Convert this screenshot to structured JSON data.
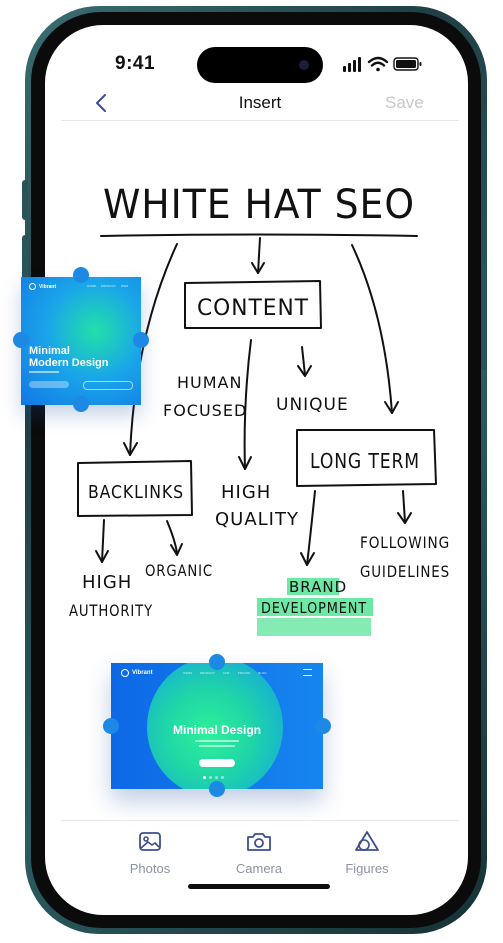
{
  "status_bar": {
    "time": "9:41"
  },
  "nav": {
    "title": "Insert",
    "save_label": "Save"
  },
  "sketch": {
    "title": "WHITE HAT SEO",
    "content": "CONTENT",
    "human": "HUMAN",
    "focused": "FOCUSED",
    "unique": "UNIQUE",
    "long_term": "LONG TERM",
    "backlinks": "BACKLINKS",
    "high": "HIGH",
    "quality": "QUALITY",
    "following": "FOLLOWING",
    "guidelines": "GUIDELINES",
    "high2": "HIGH",
    "authority": "AUTHORITY",
    "organic": "ORGANIC",
    "brand": "BRAND",
    "development": "DEVELOPMENT"
  },
  "card_small": {
    "brand": "Vibrant",
    "nav": [
      "HOME",
      "PRODUCT",
      "ITEM"
    ],
    "headline_1": "Minimal",
    "headline_2": "Modern Design"
  },
  "card_large": {
    "brand": "Vibrant",
    "nav": [
      "ITEMS",
      "PRODUCT",
      "LINK",
      "PRICING",
      "BLOG"
    ],
    "headline": "Minimal Design"
  },
  "tabs": [
    {
      "label": "Photos",
      "icon": "photos-icon"
    },
    {
      "label": "Camera",
      "icon": "camera-icon"
    },
    {
      "label": "Figures",
      "icon": "figures-icon"
    }
  ],
  "colors": {
    "accent": "#1e88e5",
    "highlight": "#6ee8a5",
    "nav_back": "#3a4aa0"
  }
}
